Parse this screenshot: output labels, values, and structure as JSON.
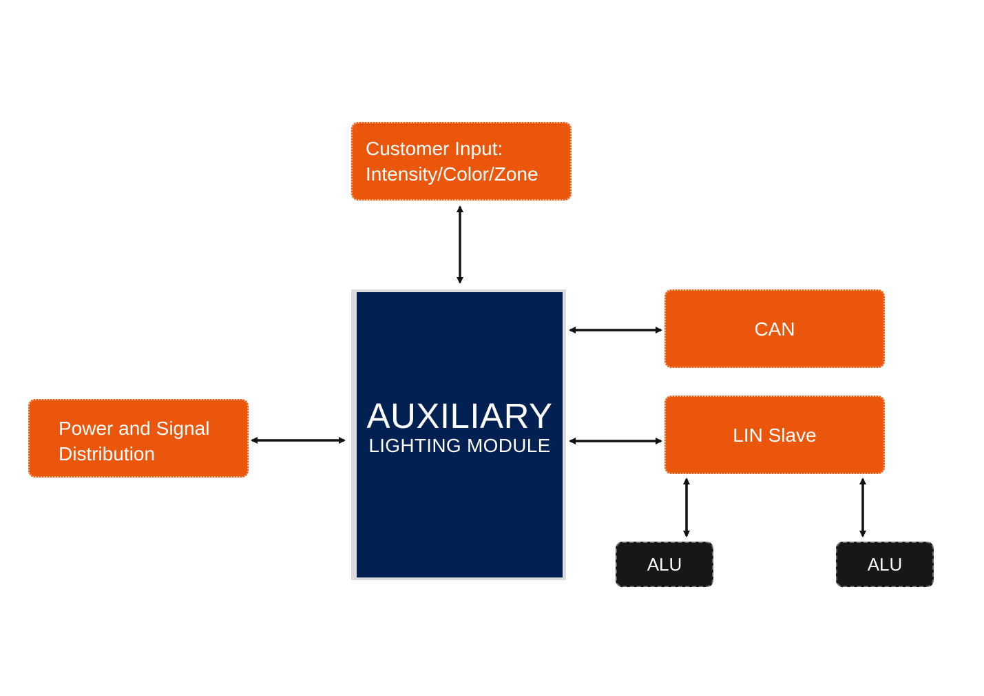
{
  "nodes": {
    "customer_input": {
      "line1": "Customer Input:",
      "line2": "Intensity/Color/Zone"
    },
    "power_signal": {
      "line1": "Power and Signal",
      "line2": "Distribution"
    },
    "module": {
      "title": "AUXILIARY",
      "subtitle": "LIGHTING MODULE"
    },
    "can": {
      "label": "CAN"
    },
    "lin_slave": {
      "label": "LIN Slave"
    },
    "alu_1": {
      "label": "ALU"
    },
    "alu_2": {
      "label": "ALU"
    }
  },
  "edges": [
    {
      "from": "customer_input",
      "to": "module",
      "direction": "bidirectional"
    },
    {
      "from": "power_signal",
      "to": "module",
      "direction": "bidirectional"
    },
    {
      "from": "module",
      "to": "can",
      "direction": "bidirectional"
    },
    {
      "from": "module",
      "to": "lin_slave",
      "direction": "bidirectional"
    },
    {
      "from": "lin_slave",
      "to": "alu_1",
      "direction": "bidirectional"
    },
    {
      "from": "lin_slave",
      "to": "alu_2",
      "direction": "bidirectional"
    }
  ],
  "colors": {
    "node_orange": "#ea560c",
    "module_navy": "#022052",
    "alu_black": "#171717",
    "arrow": "#111111"
  }
}
